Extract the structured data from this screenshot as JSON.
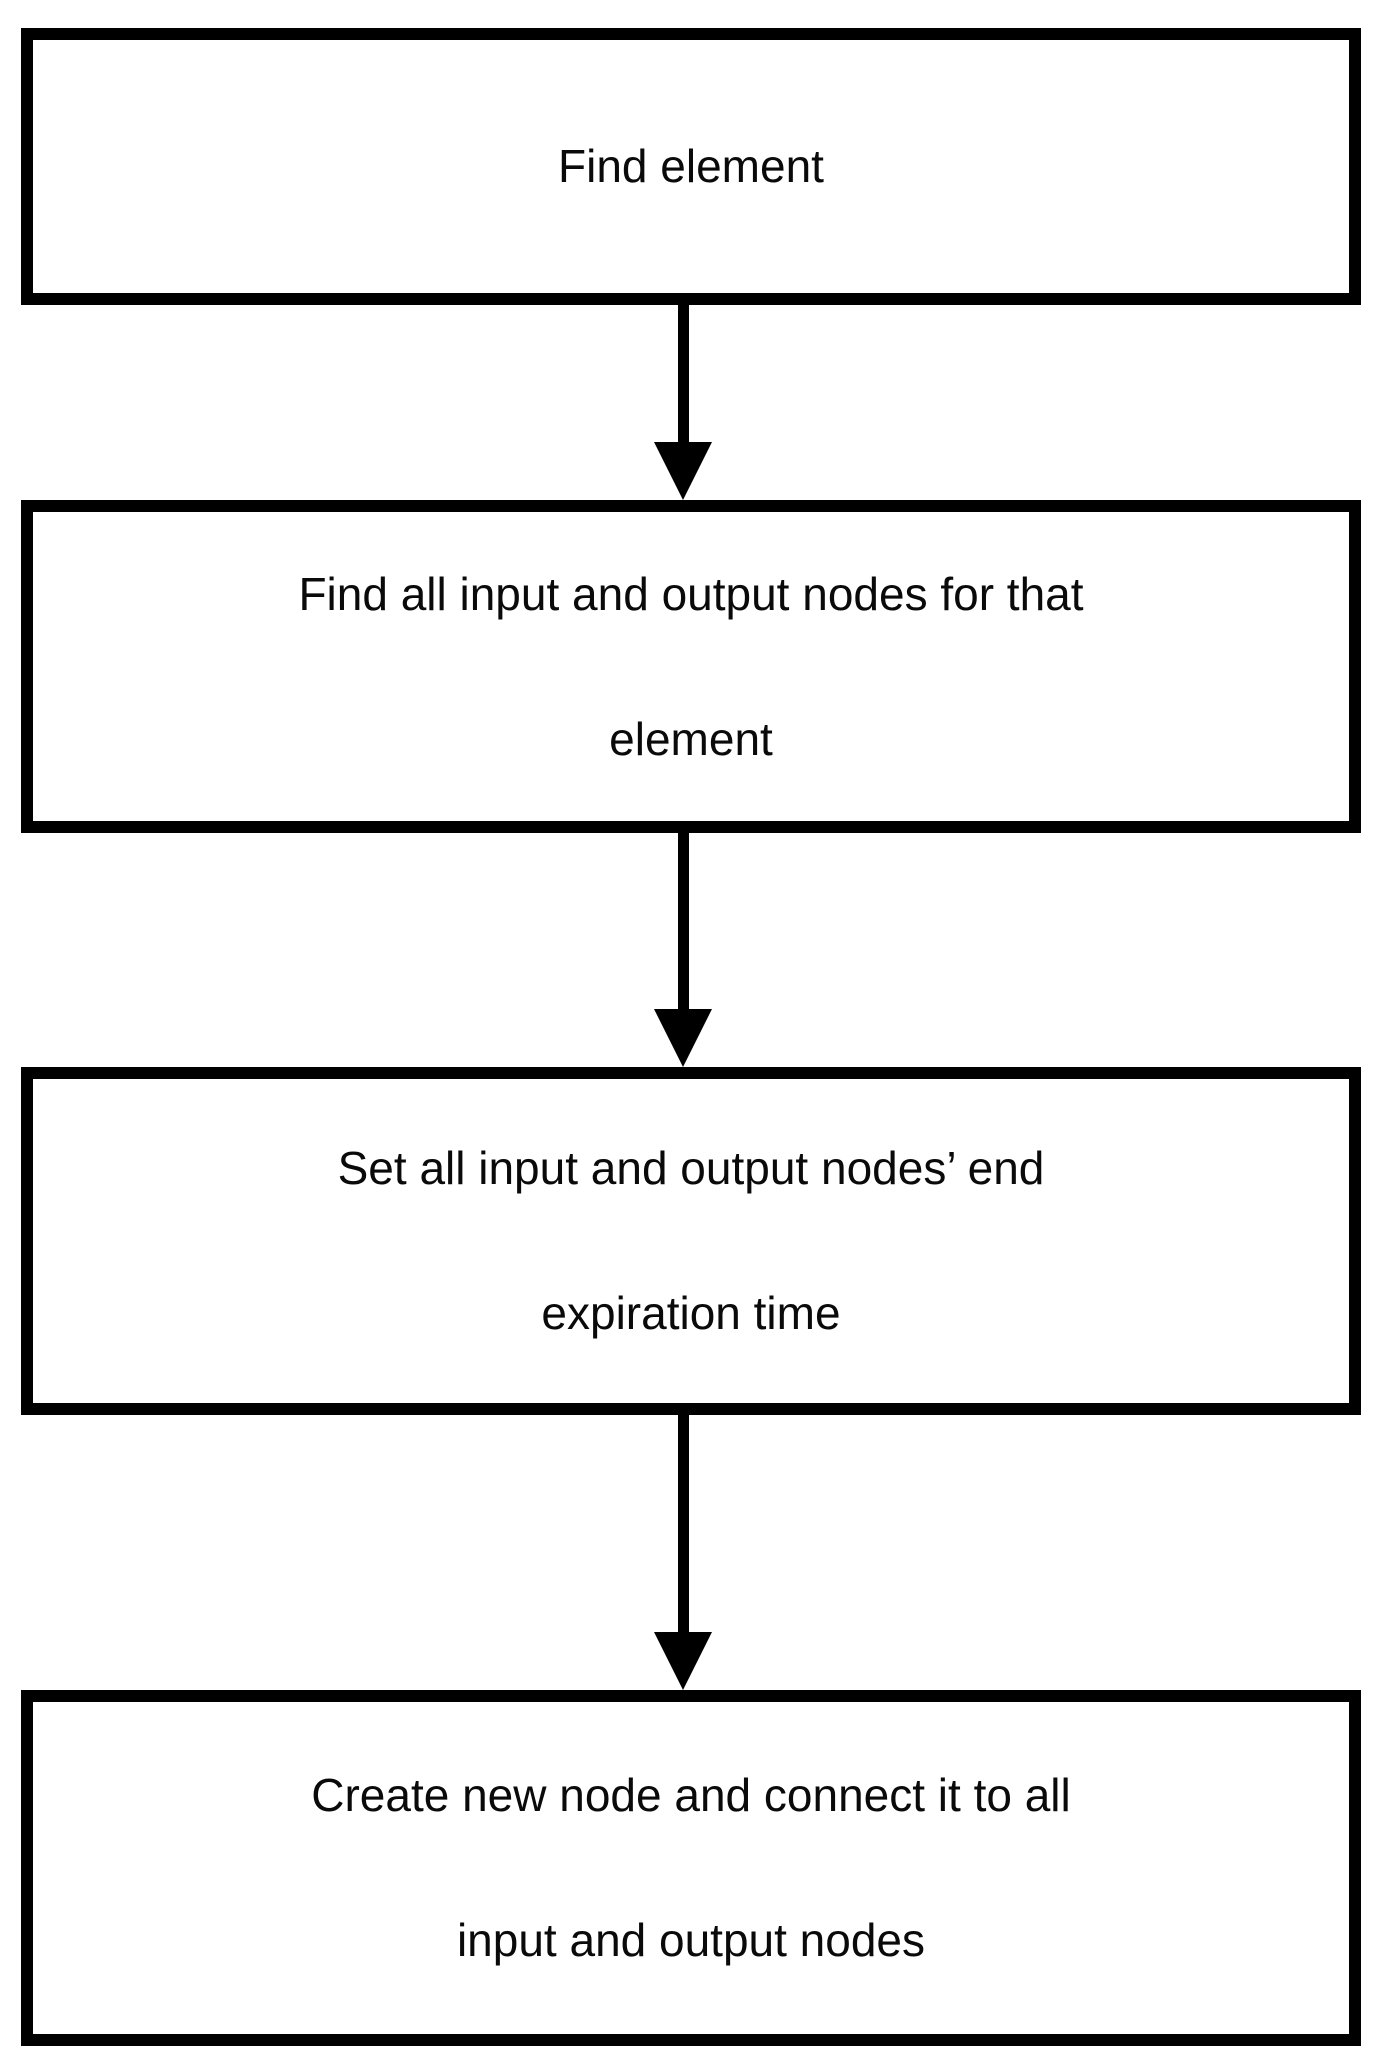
{
  "diagram": {
    "type": "flowchart",
    "direction": "top-down",
    "colors": {
      "background": "#ffffff",
      "box_border": "#000000",
      "box_fill": "#ffffff",
      "text": "#0a0a0a",
      "arrow": "#000000"
    },
    "steps": [
      {
        "id": "step-1",
        "label": "Find element",
        "lines": [
          "Find element"
        ]
      },
      {
        "id": "step-2",
        "label": "Find all input and output nodes for that element",
        "lines": [
          "Find all input and output nodes for that",
          "element"
        ]
      },
      {
        "id": "step-3",
        "label": "Set all input and output nodes’ end expiration time",
        "lines": [
          "Set all input and output nodes’ end",
          "expiration time"
        ]
      },
      {
        "id": "step-4",
        "label": "Create new node and connect it to all input and output nodes",
        "lines": [
          "Create new node and connect it to all",
          "input and output nodes"
        ]
      }
    ],
    "connections": [
      {
        "from": "step-1",
        "to": "step-2",
        "style": "arrow-down"
      },
      {
        "from": "step-2",
        "to": "step-3",
        "style": "arrow-down"
      },
      {
        "from": "step-3",
        "to": "step-4",
        "style": "arrow-down"
      }
    ]
  }
}
